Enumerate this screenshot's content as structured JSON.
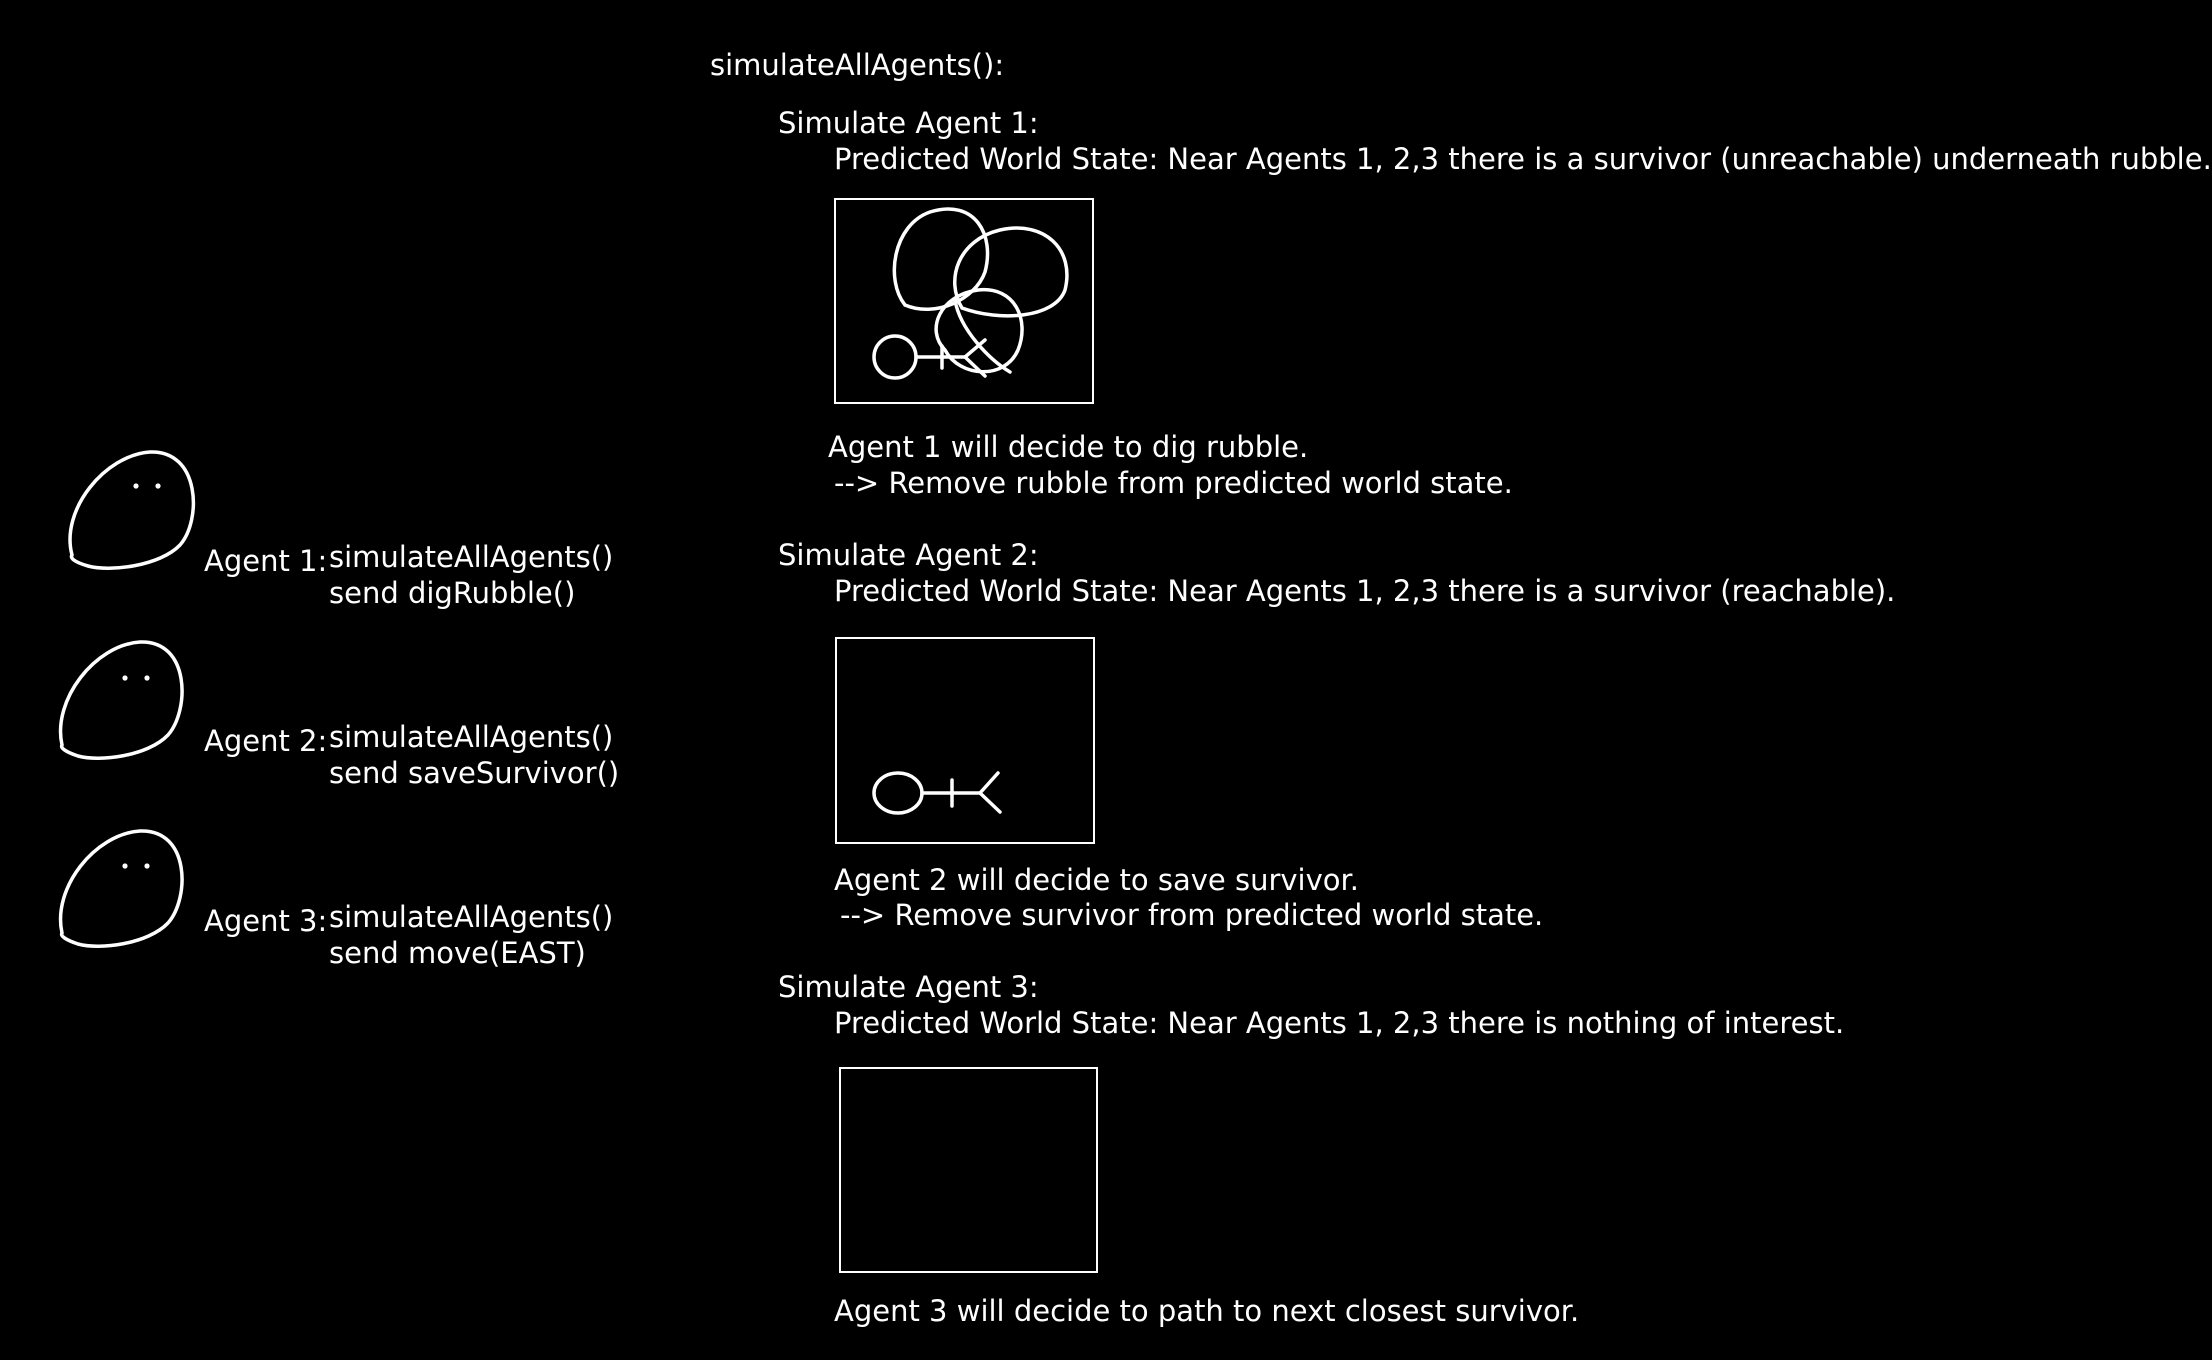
{
  "header": {
    "title": "simulateAllAgents():"
  },
  "agents": [
    {
      "label": "Agent 1:",
      "line1": "simulateAllAgents()",
      "line2": "send digRubble()"
    },
    {
      "label": "Agent 2:",
      "line1": "simulateAllAgents()",
      "line2": "send saveSurvivor()"
    },
    {
      "label": "Agent 3:",
      "line1": "simulateAllAgents()",
      "line2": "send move(EAST)"
    }
  ],
  "simulations": [
    {
      "heading": "Simulate Agent 1:",
      "predicted": "Predicted World State:  Near Agents 1, 2,3 there is a survivor (unreachable) underneath rubble.",
      "decision": "Agent 1 will decide to dig rubble.",
      "effect": "--> Remove rubble from predicted world state."
    },
    {
      "heading": "Simulate Agent 2:",
      "predicted": "Predicted World State: Near Agents 1, 2,3 there is a survivor (reachable).",
      "decision": "Agent 2 will decide to save survivor.",
      "effect": "--> Remove survivor from predicted world state."
    },
    {
      "heading": "Simulate Agent 3:",
      "predicted": "Predicted World State: Near Agents 1, 2,3 there is nothing of interest.",
      "decision": "Agent 3 will decide to path to next closest survivor."
    }
  ],
  "colors": {
    "background": "#000000",
    "ink": "#ffffff"
  }
}
